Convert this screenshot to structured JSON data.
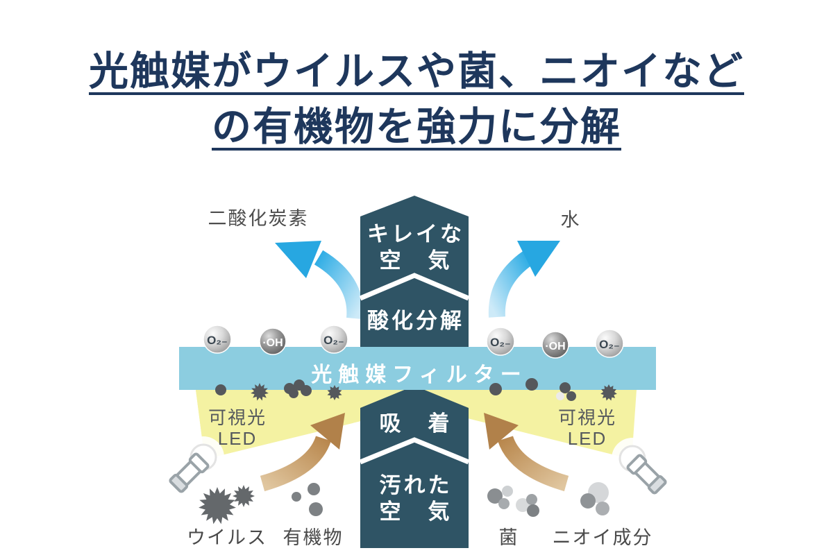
{
  "title": {
    "line1": "光触媒がウイルスや菌、ニオイなど",
    "line2": "の有機物を強力に分解"
  },
  "outputs": {
    "left": "二酸化炭素",
    "right": "水"
  },
  "column": {
    "clean_air_line1": "キレイな",
    "clean_air_line2": "空　気",
    "oxidation": "酸化分解",
    "adsorption": "吸　着",
    "dirty_air_line1": "汚れた",
    "dirty_air_line2": "空　気"
  },
  "filter": {
    "label": "光触媒フィルター"
  },
  "radicals": {
    "superoxide": "O₂₋",
    "hydroxyl": "·OH"
  },
  "led": {
    "line1": "可視光",
    "line2": "LED"
  },
  "inputs": {
    "virus": "ウイルス",
    "organic": "有機物",
    "bacteria": "菌",
    "odor": "ニオイ成分"
  },
  "colors": {
    "title_navy": "#1e375c",
    "block_teal": "#2f5465",
    "filter_band_blue": "#8ccde0",
    "beam_yellow": "#f4f2a2",
    "arrow_blue": "#29a9e2",
    "arrow_brown": "#b5854a",
    "label_gray": "#4d4d4d"
  }
}
